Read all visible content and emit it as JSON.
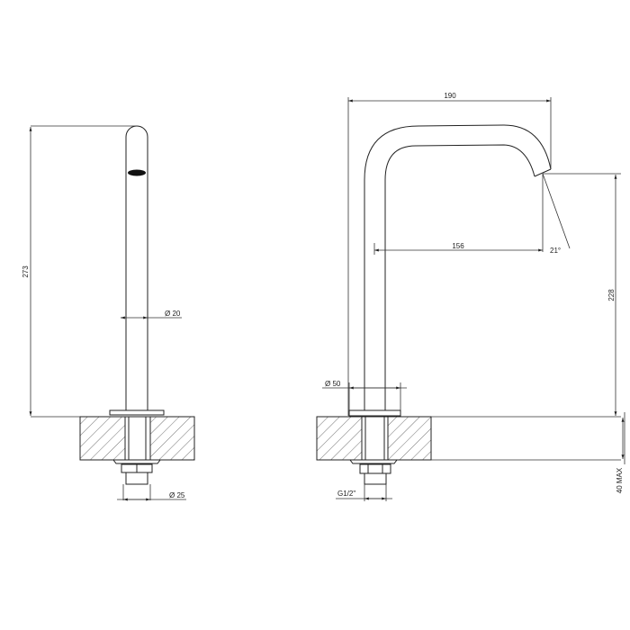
{
  "drawing": {
    "type": "technical-drawing",
    "subject": "spout tap / faucet, side and front views",
    "left_view": {
      "dimensions": {
        "height": "273",
        "tube_diameter": "Ø 20",
        "shank_diameter": "Ø 25"
      }
    },
    "right_view": {
      "dimensions": {
        "reach_total": "190",
        "reach_outlet": "156",
        "outlet_angle": "21°",
        "outlet_height": "228",
        "base_diameter": "Ø 50",
        "thread": "G1/2\"",
        "max_deck_thickness": "40 MAX"
      }
    },
    "colors": {
      "line": "#222222",
      "background": "#ffffff"
    }
  }
}
